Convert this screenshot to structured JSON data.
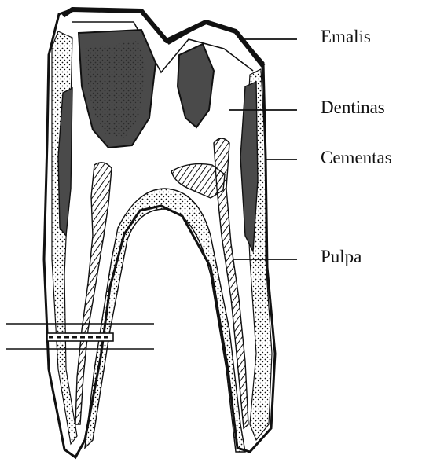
{
  "labels": {
    "enamel": "Emalis",
    "dentin": "Dentinas",
    "cementum": "Cementas",
    "pulp": "Pulpa"
  },
  "colors": {
    "ink": "#111111",
    "pulp_fill": "#4a4a4a",
    "background": "#ffffff"
  }
}
